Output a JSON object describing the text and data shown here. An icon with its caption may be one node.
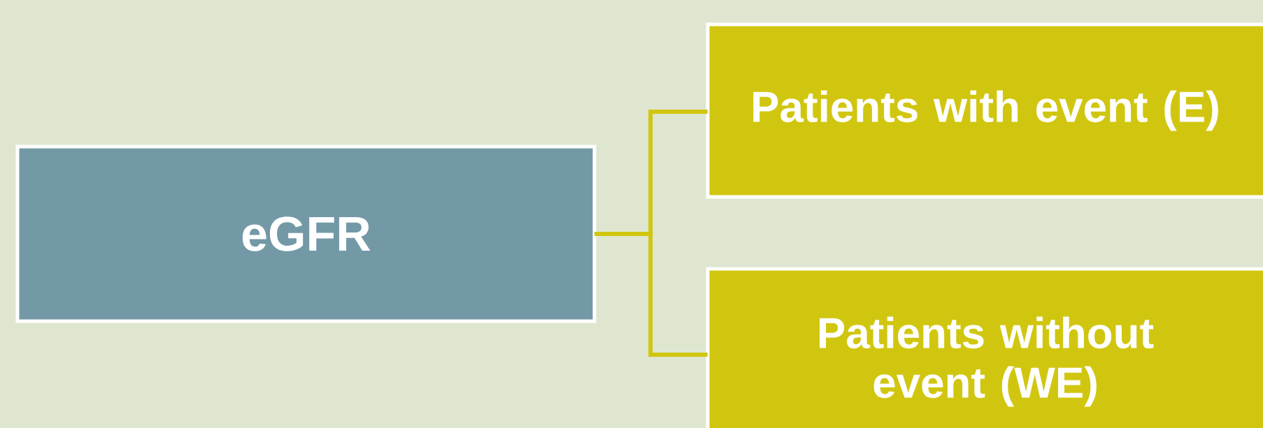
{
  "diagram": {
    "nodes": [
      {
        "text": [
          "eGFR"
        ]
      },
      {
        "text": [
          "Patients with event (E)"
        ]
      },
      {
        "text": [
          "Patients without event (WE)"
        ]
      }
    ],
    "edges": [
      {
        "from": 0,
        "to": 1,
        "arrow": "none"
      },
      {
        "from": 0,
        "to": 2,
        "arrow": "none"
      }
    ]
  }
}
